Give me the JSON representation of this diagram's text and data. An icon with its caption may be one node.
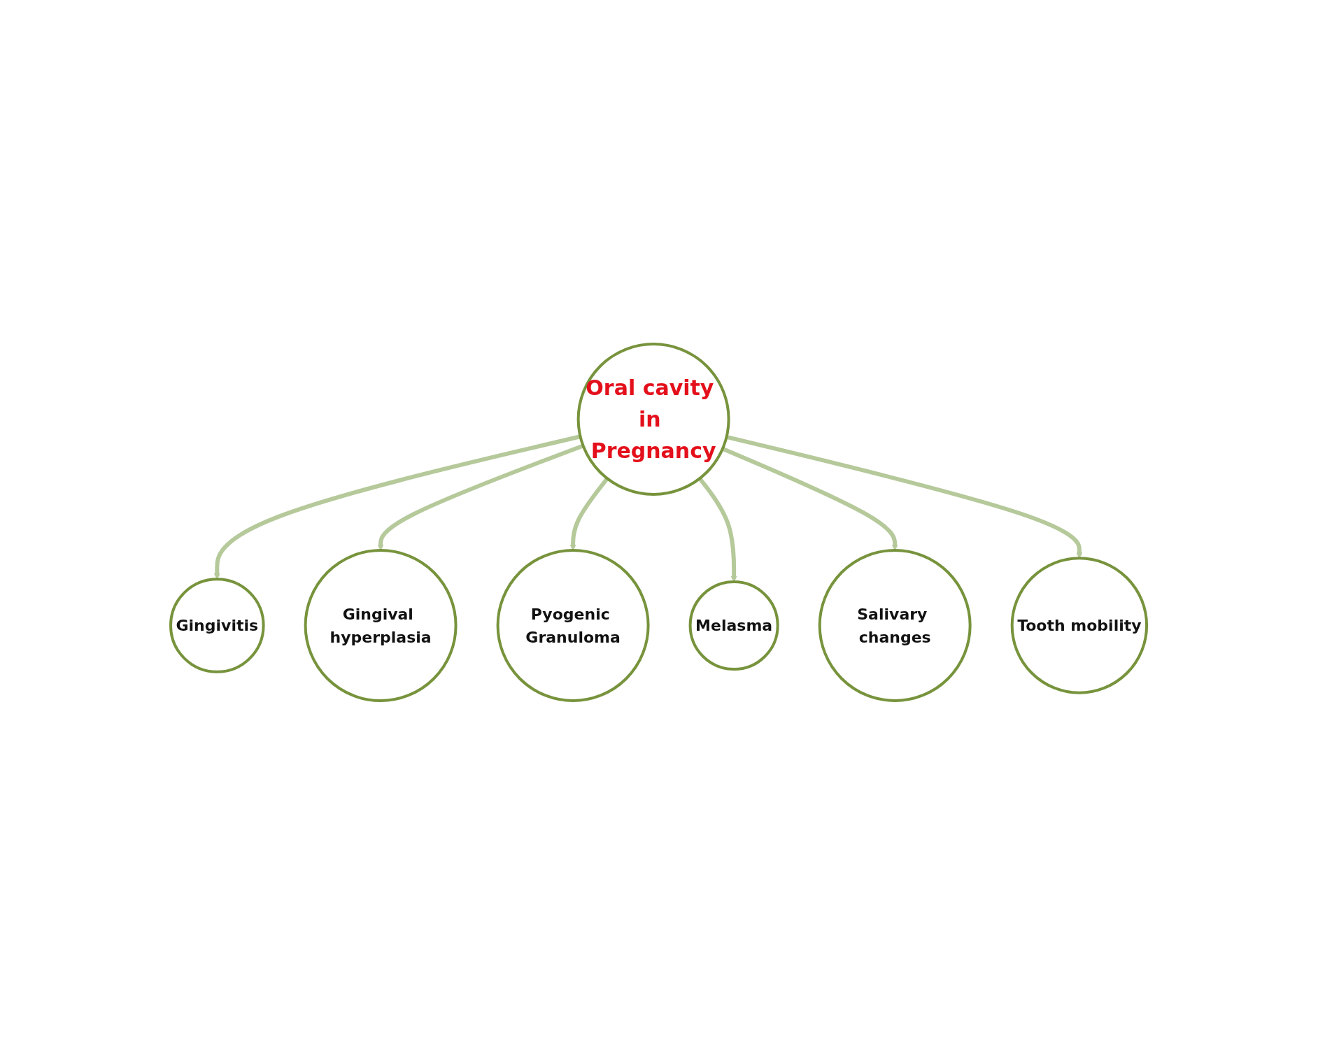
{
  "diagram": {
    "nodes": [
      {
        "text": [
          "Gingivitis"
        ]
      },
      {
        "text": [
          "Gingival hyperplasia"
        ]
      },
      {
        "text": [
          "Pyogenic Granuloma"
        ]
      },
      {
        "text": [
          "Oral cavity in Pregnancy"
        ]
      },
      {
        "text": [
          "Melasma"
        ]
      },
      {
        "text": [
          "Salivary changes"
        ]
      },
      {
        "text": [
          "Tooth mobility"
        ]
      }
    ],
    "edges": [
      {
        "from": 3,
        "to": 0,
        "arrow": "to"
      },
      {
        "from": 3,
        "to": 1,
        "arrow": "to"
      },
      {
        "from": 3,
        "to": 2,
        "arrow": "to"
      },
      {
        "from": 3,
        "to": 4,
        "arrow": "to"
      },
      {
        "from": 3,
        "to": 5,
        "arrow": "to"
      },
      {
        "from": 3,
        "to": 6,
        "arrow": "to"
      }
    ]
  }
}
